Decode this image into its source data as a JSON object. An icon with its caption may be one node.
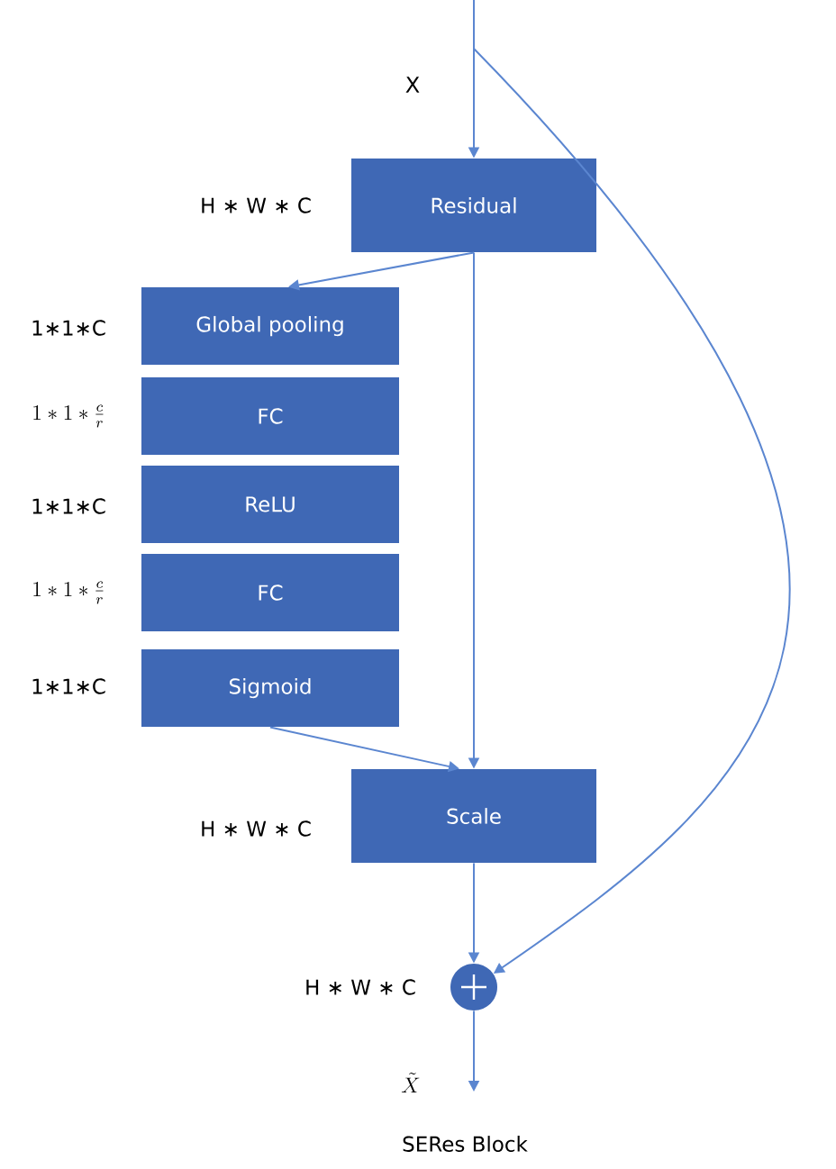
{
  "diagram": {
    "caption": "SERes Block",
    "nodes": [
      {
        "text": [
          "Residual"
        ],
        "beside": [
          "H ∗ W ∗ C"
        ]
      },
      {
        "text": [
          "Global pooling"
        ],
        "beside": [
          "1∗1∗C"
        ]
      },
      {
        "text": [
          "FC"
        ],
        "beside": [
          "1\\ast 1\\ast\\frac{c}{r}"
        ]
      },
      {
        "text": [
          "ReLU"
        ],
        "beside": [
          "1∗1∗C"
        ]
      },
      {
        "text": [
          "FC"
        ],
        "beside": [
          "1\\ast 1\\ast\\frac{c}{r}"
        ]
      },
      {
        "text": [
          "Sigmoid"
        ],
        "beside": [
          "1∗1∗C"
        ]
      },
      {
        "text": [
          "Scale"
        ],
        "beside": [
          "H ∗ W ∗ C"
        ]
      },
      {
        "text": [],
        "shape": "circle",
        "beside": [
          "H ∗ W ∗ C"
        ]
      }
    ],
    "edges": [
      {
        "from": null,
        "to": 0,
        "arrow": "to"
      },
      {
        "from": 0,
        "to": 1,
        "arrow": "to"
      },
      {
        "from": 0,
        "to": 6,
        "arrow": "to"
      },
      {
        "from": 5,
        "to": 6,
        "arrow": "to"
      },
      {
        "from": 6,
        "to": 7,
        "arrow": "to"
      },
      {
        "from": null,
        "to": 7,
        "arrow": "to"
      },
      {
        "from": 7,
        "to": null,
        "arrow": "to"
      }
    ],
    "labels": [
      "X",
      "\\tilde{X}"
    ]
  }
}
